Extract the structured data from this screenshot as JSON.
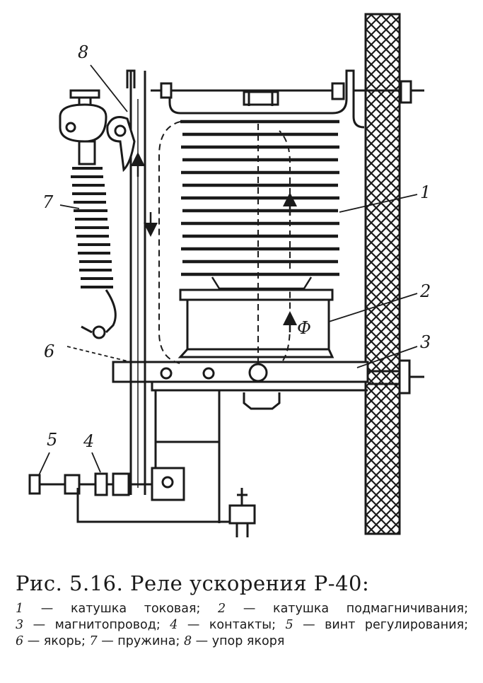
{
  "figure": {
    "labels": {
      "l1": "1",
      "l2": "2",
      "l3": "3",
      "l4": "4",
      "l5": "5",
      "l6": "6",
      "l7": "7",
      "l8": "8",
      "flux": "Ф"
    },
    "colors": {
      "ink": "#1a1a1a",
      "paper": "#ffffff"
    }
  },
  "caption": {
    "title": "Рис. 5.16. Реле ускорения Р-40:",
    "legend": [
      {
        "num": "1",
        "text": "— катушка токовая;"
      },
      {
        "num": "2",
        "text": "— катушка подмагничивания;"
      },
      {
        "num": "3",
        "text": "— магнитопровод;"
      },
      {
        "num": "4",
        "text": "— контакты;"
      },
      {
        "num": "5",
        "text": "— винт регулирования;"
      },
      {
        "num": "6",
        "text": "— якорь;"
      },
      {
        "num": "7",
        "text": "— пружина;"
      },
      {
        "num": "8",
        "text": "— упор якоря"
      }
    ]
  }
}
